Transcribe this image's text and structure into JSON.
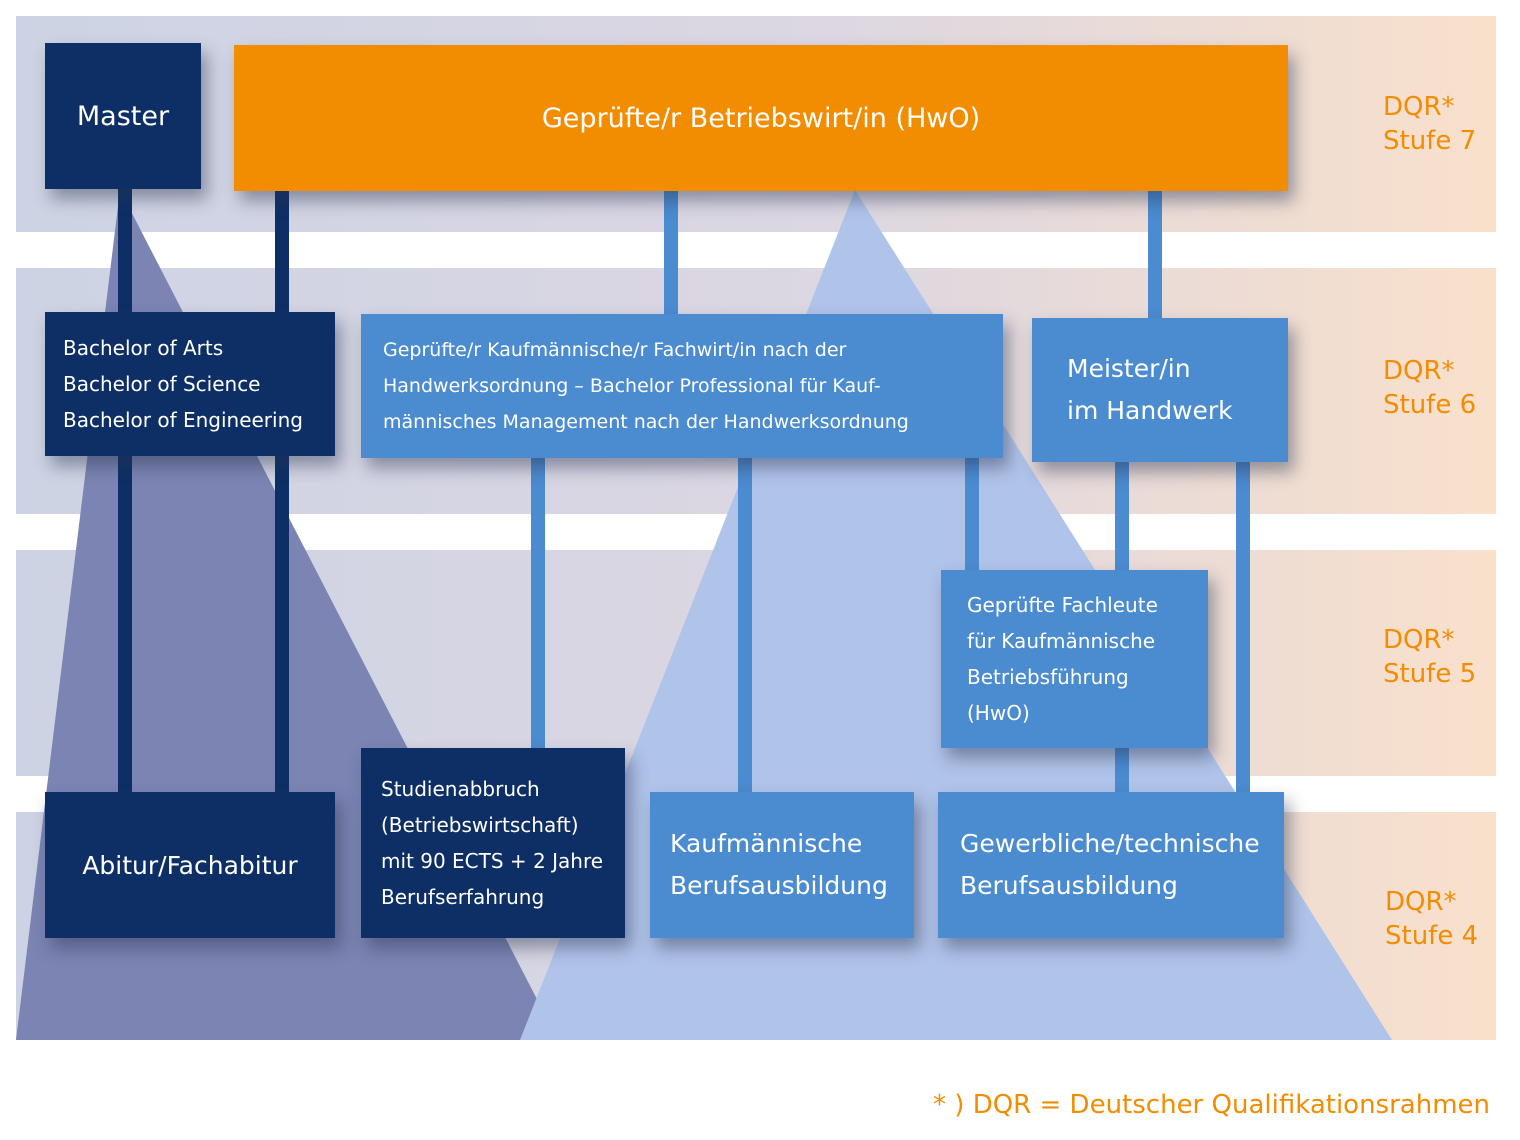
{
  "levels": [
    {
      "prefix": "DQR*",
      "label": "Stufe 7"
    },
    {
      "prefix": "DQR*",
      "label": "Stufe 6"
    },
    {
      "prefix": "DQR*",
      "label": "Stufe 5"
    },
    {
      "prefix": "DQR*",
      "label": "Stufe 4"
    }
  ],
  "boxes": {
    "master": {
      "lines": [
        "Master"
      ]
    },
    "betriebswirt": {
      "lines": [
        "Geprüfte/r Betriebswirt/in (HwO)"
      ]
    },
    "bachelor": {
      "lines": [
        "Bachelor of Arts",
        "Bachelor of Science",
        "Bachelor of Engineering"
      ]
    },
    "fachwirt": {
      "lines": [
        "Geprüfte/r Kaufmännische/r Fachwirt/in nach der",
        "Handwerksordnung – Bachelor Professional für Kauf-",
        "männisches Management nach der Handwerksordnung"
      ]
    },
    "meister": {
      "lines": [
        "Meister/in",
        "im Handwerk"
      ]
    },
    "fachleute": {
      "lines": [
        "Geprüfte Fachleute",
        "für Kaufmännische",
        "Betriebsführung",
        "(HwO)"
      ]
    },
    "abitur": {
      "lines": [
        "Abitur/Fachabitur"
      ]
    },
    "studienabbruch": {
      "lines": [
        "Studienabbruch",
        "(Betriebswirtschaft)",
        "mit 90 ECTS + 2 Jahre",
        "Berufserfahrung"
      ]
    },
    "kaufmaennisch": {
      "lines": [
        "Kaufmännische",
        "Berufsausbildung"
      ]
    },
    "gewerblich": {
      "lines": [
        "Gewerbliche/technische",
        "Berufsausbildung"
      ]
    }
  },
  "footnote": "* ) DQR = Deutscher Qualifikationsrahmen",
  "colors": {
    "dark_box": "#0e2f66",
    "mid_box": "#4b8bd0",
    "orange": "#f28c00",
    "dark_triangle": "#7b84b2",
    "light_triangle": "#b0c3e9"
  }
}
